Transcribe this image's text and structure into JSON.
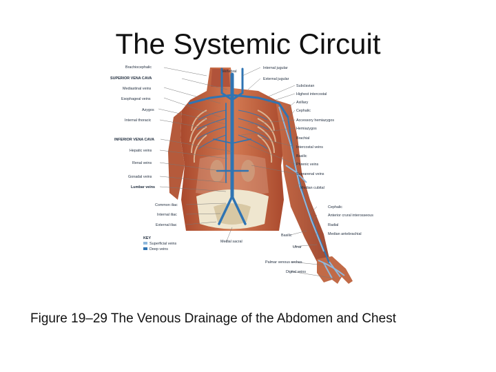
{
  "slide": {
    "title": "The Systemic Circuit",
    "caption": "Figure 19–29 The Venous Drainage of the Abdomen and Chest"
  },
  "diagram": {
    "left_labels": [
      "Brachiocephalic",
      "SUPERIOR VENA CAVA",
      "Mediastinal veins",
      "Esophageal veins",
      "Azygos",
      "Internal thoracic",
      "INFERIOR VENA CAVA",
      "Hepatic veins",
      "Renal veins",
      "Gonadal veins",
      "Lumbar veins",
      "Common iliac",
      "Internal iliac",
      "External iliac"
    ],
    "top_labels": [
      "Vertebral",
      "Internal jugular",
      "External jugular"
    ],
    "right_labels": [
      "Subclavian",
      "Highest intercostal",
      "Axillary",
      "Cephalic",
      "Accessory hemiazygos",
      "Hemiazygos",
      "Brachial",
      "Intercostal veins",
      "Basilic",
      "Phrenic veins",
      "Suprarenal veins",
      "Median cubital"
    ],
    "arm_labels": [
      "Cephalic",
      "Anterior crural interosseous",
      "Radial",
      "Median antebrachial",
      "Basilic",
      "Ulnar",
      "Palmar venous arches",
      "Digital veins",
      "Medial sacral"
    ],
    "key": {
      "title": "KEY",
      "items": [
        "Superficial veins",
        "Deep veins"
      ]
    },
    "colors": {
      "skin": "#c8714a",
      "muscle": "#b1533a",
      "deep_vein": "#2f74b3",
      "superficial_vein": "#8fb8dc",
      "bone": "#efe6cf"
    }
  }
}
